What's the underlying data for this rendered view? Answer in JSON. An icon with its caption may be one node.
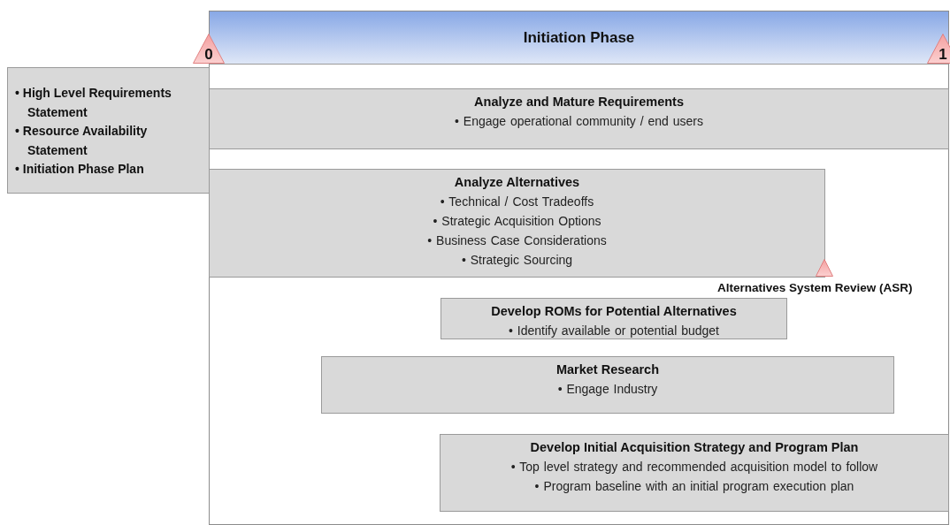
{
  "diagram": {
    "nodes": [
      {
        "text": [
          "Initiation Phase"
        ]
      },
      {
        "text": [
          "0"
        ]
      },
      {
        "text": [
          "1"
        ]
      },
      {
        "text": [
          "• High Level Requirements Statement",
          "• Resource Availability Statement",
          "• Initiation Phase Plan"
        ]
      },
      {
        "text": [
          "Analyze and Mature Requirements",
          "• Engage operational community / end users"
        ],
        "in": 0
      },
      {
        "text": [
          "Analyze Alternatives",
          "• Technical / Cost Tradeoffs",
          "• Strategic Acquisition Options",
          "• Business Case Considerations",
          "• Strategic Sourcing"
        ],
        "in": 0
      },
      {
        "text": [],
        "shape": "triangle",
        "in": 0,
        "beside": [
          "Alternatives System Review (ASR)"
        ]
      },
      {
        "text": [
          "Develop ROMs for Potential Alternatives",
          "• Identify available or potential budget"
        ],
        "in": 0
      },
      {
        "text": [
          "Market Research",
          "• Engage Industry"
        ],
        "in": 0
      },
      {
        "text": [
          "Develop Initial Acquisition Strategy and Program Plan",
          "• Top level strategy and recommended acquisition model to follow",
          "• Program baseline with an initial program execution plan"
        ],
        "in": 0
      }
    ]
  }
}
